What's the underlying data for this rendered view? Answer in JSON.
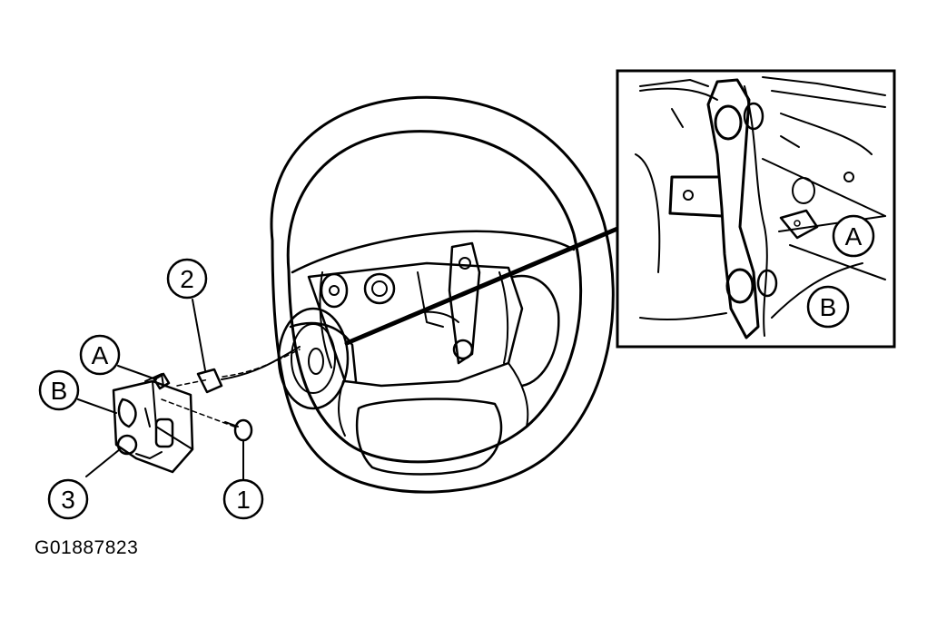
{
  "figure_id": "G01887823",
  "callouts": {
    "part_1": "1",
    "part_2": "2",
    "part_3": "3",
    "left_a": "A",
    "left_b": "B",
    "inset_a": "A",
    "inset_b": "B"
  },
  "colors": {
    "ink": "#000000",
    "paper": "#ffffff"
  }
}
